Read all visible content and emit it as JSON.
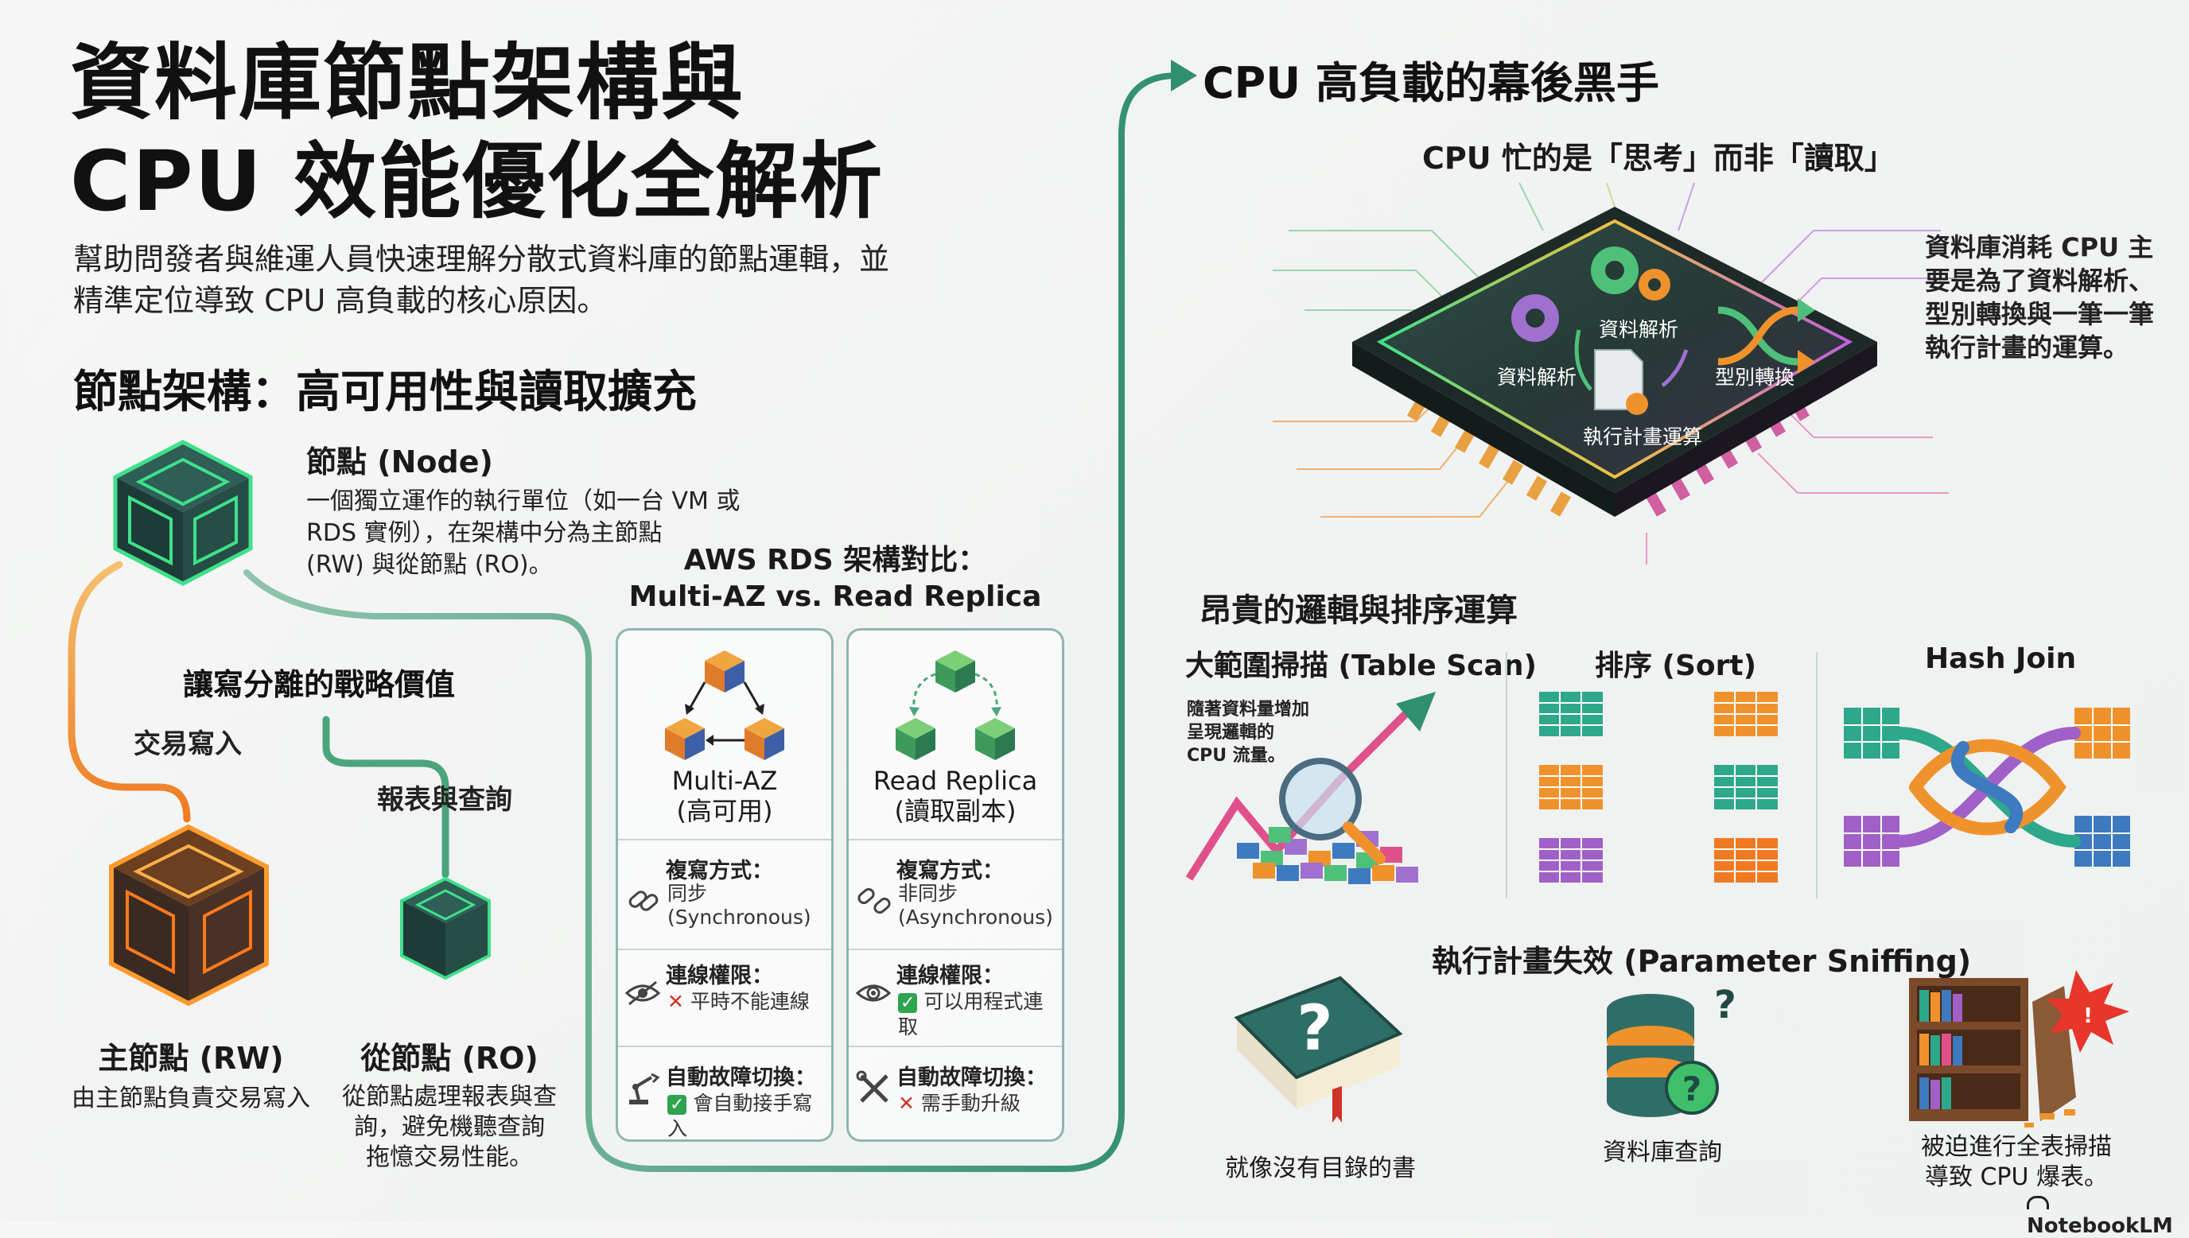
{
  "header": {
    "title_line1": "資料庫節點架構與",
    "title_line2": "CPU 效能優化全解析",
    "subtitle_line1": "幫助問發者與維運人員快速理解分散式資料庫的節點運輯，並",
    "subtitle_line2": "精準定位導致 CPU 高負載的核心原因。"
  },
  "left": {
    "section_title": "節點架構：高可用性與讀取擴充",
    "node_title": "節點 (Node)",
    "node_desc_1": "一個獨立運作的執行單位（如一台 VM 或",
    "node_desc_2": "RDS 實例），在架構中分為主節點",
    "node_desc_3": "(RW) 與從節點 (RO)。",
    "strategy_title": "讓寫分離的戰略價值",
    "path_write": "交易寫入",
    "path_read": "報表與查詢",
    "rw_title": "主節點 (RW)",
    "rw_desc": "由主節點負責交易寫入",
    "ro_title": "從節點 (RO)",
    "ro_desc_1": "從節點處理報表與查",
    "ro_desc_2": "詢，避免機聽查詢",
    "ro_desc_3": "拖憶交易性能。"
  },
  "aws": {
    "title_1": "AWS RDS 架構對比：",
    "title_2": "Multi-AZ vs. Read Replica",
    "multi_az": {
      "name": "Multi-AZ",
      "sub": "(高可用)",
      "copy_label": "複寫方式：",
      "copy_val_1": "同步",
      "copy_val_2": "(Synchronous)",
      "conn_label": "連線權限：",
      "conn_val": "平時不能連線",
      "failover_label": "自動故障切換：",
      "failover_val": "會自動接手寫入"
    },
    "read_replica": {
      "name": "Read Replica",
      "sub": "(讀取副本)",
      "copy_label": "複寫方式：",
      "copy_val_1": "非同步",
      "copy_val_2": "(Asynchronous)",
      "conn_label": "連線權限：",
      "conn_val": "可以用程式連取",
      "failover_label": "自動故障切換：",
      "failover_val": "需手動升級"
    }
  },
  "right": {
    "section_title": "CPU 高負載的幕後黑手",
    "cpu_subtitle": "CPU 忙的是「思考」而非「讀取」",
    "cpu_note_1": "資料庫消耗 CPU 主",
    "cpu_note_2": "要是為了資料解析、",
    "cpu_note_3": "型別轉換與一筆一筆",
    "cpu_note_4": "執行計畫的運算。",
    "chip_labels": {
      "parse_top": "資料解析",
      "parse_left": "資料解析",
      "convert": "型別轉換",
      "plan": "執行計畫運算"
    },
    "expensive_title": "昂貴的邏輯與排序運算",
    "table_scan": "大範圍掃描 (Table Scan)",
    "table_scan_note_1": "隨著資料量增加",
    "table_scan_note_2": "呈現邏輯的",
    "table_scan_note_3": "CPU 流量。",
    "sort": "排序 (Sort)",
    "hash_join": "Hash Join",
    "sniffing_title": "執行計畫失效 (Parameter Sniffing)",
    "book_caption": "就像沒有目錄的書",
    "db_caption": "資料庫查詢",
    "shelf_caption_1": "被迫進行全表掃描",
    "shelf_caption_2": "導致 CPU 爆表。"
  },
  "footer": {
    "brand": "NotebookLM"
  },
  "colors": {
    "green_accent": "#2f8f6e",
    "orange_accent": "#f08a2c",
    "teal_border": "#8fb6b0",
    "error_red": "#d0322a",
    "ok_green": "#2ea44f"
  }
}
